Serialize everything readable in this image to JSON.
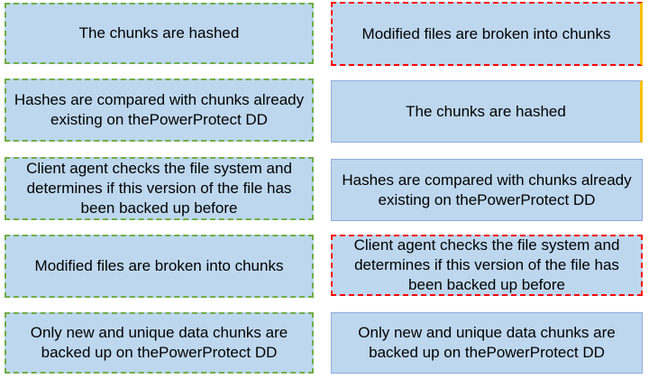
{
  "left_column": {
    "boxes": [
      {
        "text": "The chunks are hashed"
      },
      {
        "text": "Hashes are compared with chunks already existing on thePowerProtect DD"
      },
      {
        "text": "Client agent checks the file system and determines if this version of the file has been backed up before"
      },
      {
        "text": "Modified files are broken into chunks"
      },
      {
        "text": "Only new and unique data chunks are backed up on thePowerProtect DD"
      }
    ]
  },
  "right_column": {
    "boxes": [
      {
        "text": "Modified files are broken into chunks"
      },
      {
        "text": "The chunks are hashed"
      },
      {
        "text": "Hashes are compared with chunks already existing on thePowerProtect DD"
      },
      {
        "text": "Client agent checks the file system and determines if this version of the file has been backed up before"
      },
      {
        "text": "Only new and unique data chunks are backed up on thePowerProtect DD"
      }
    ]
  },
  "colors": {
    "box_fill": "#bdd7ee",
    "left_border": "#70ad47",
    "right_border_highlight": "#ff0000",
    "right_edge_accent": "#ffc000"
  }
}
